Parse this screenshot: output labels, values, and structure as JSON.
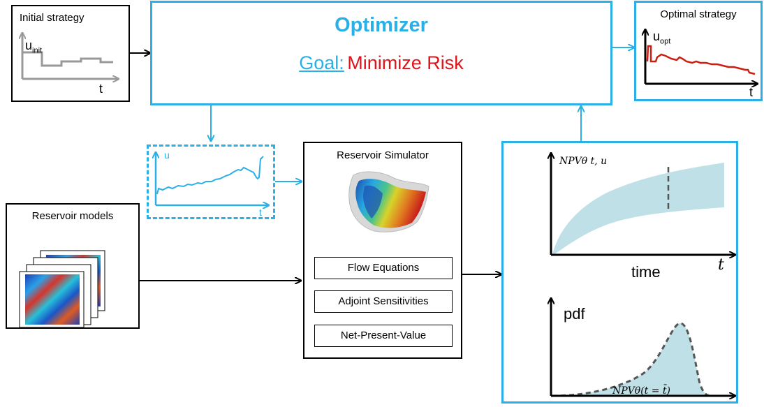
{
  "initial_strategy": {
    "title": "Initial strategy",
    "u_base": "u",
    "u_sub": "init",
    "t": "t"
  },
  "optimizer": {
    "title": "Optimizer",
    "goal_key": "Goal:",
    "goal_value": "Minimize Risk"
  },
  "optimal_strategy": {
    "title": "Optimal strategy",
    "u_base": "u",
    "u_sub": "opt",
    "t": "t"
  },
  "control_plot": {
    "u": "u",
    "t": "t"
  },
  "reservoir_models": {
    "title": "Reservoir models"
  },
  "simulator": {
    "title": "Reservoir Simulator",
    "modules": [
      "Flow Equations",
      "Adjoint Sensitivities",
      "Net-Present-Value"
    ]
  },
  "npv_plot": {
    "ylabel": "NPVθ t, u",
    "xlabel": "time",
    "x_axis_symbol": "t"
  },
  "pdf_plot": {
    "ylabel": "pdf",
    "xlabel": "NPVθ(t = t̄)"
  },
  "colors": {
    "accent_blue": "#2ab0e6",
    "risk_red": "#e0141a",
    "band": "#bfe0e6",
    "gray_line": "#999999"
  }
}
